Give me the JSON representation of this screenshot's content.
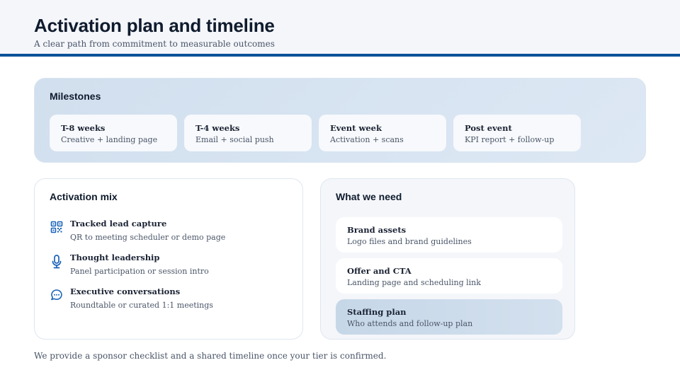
{
  "header": {
    "title": "Activation plan and timeline",
    "subtitle": "A clear path from commitment to measurable outcomes",
    "accent_color": "#0b5299"
  },
  "milestones": {
    "title": "Milestones",
    "items": [
      {
        "title": "T-8 weeks",
        "subtitle": "Creative + landing page"
      },
      {
        "title": "T-4 weeks",
        "subtitle": "Email + social push"
      },
      {
        "title": "Event week",
        "subtitle": "Activation + scans"
      },
      {
        "title": "Post event",
        "subtitle": "KPI report + follow-up"
      }
    ]
  },
  "activation_mix": {
    "title": "Activation mix",
    "items": [
      {
        "icon": "qr-code-icon",
        "title": "Tracked lead capture",
        "subtitle": "QR to meeting scheduler or demo page"
      },
      {
        "icon": "microphone-icon",
        "title": "Thought leadership",
        "subtitle": "Panel participation or session intro"
      },
      {
        "icon": "chat-bubble-icon",
        "title": "Executive conversations",
        "subtitle": "Roundtable or curated 1:1 meetings"
      }
    ],
    "icon_color": "#1a63b8"
  },
  "what_we_need": {
    "title": "What we need",
    "items": [
      {
        "title": "Brand assets",
        "subtitle": "Logo files and brand guidelines",
        "highlighted": false
      },
      {
        "title": "Offer and CTA",
        "subtitle": "Landing page and scheduling link",
        "highlighted": false
      },
      {
        "title": "Staffing plan",
        "subtitle": "Who attends and follow-up plan",
        "highlighted": true
      }
    ]
  },
  "footer": {
    "note": "We provide a sponsor checklist and a shared timeline once your tier is confirmed."
  }
}
